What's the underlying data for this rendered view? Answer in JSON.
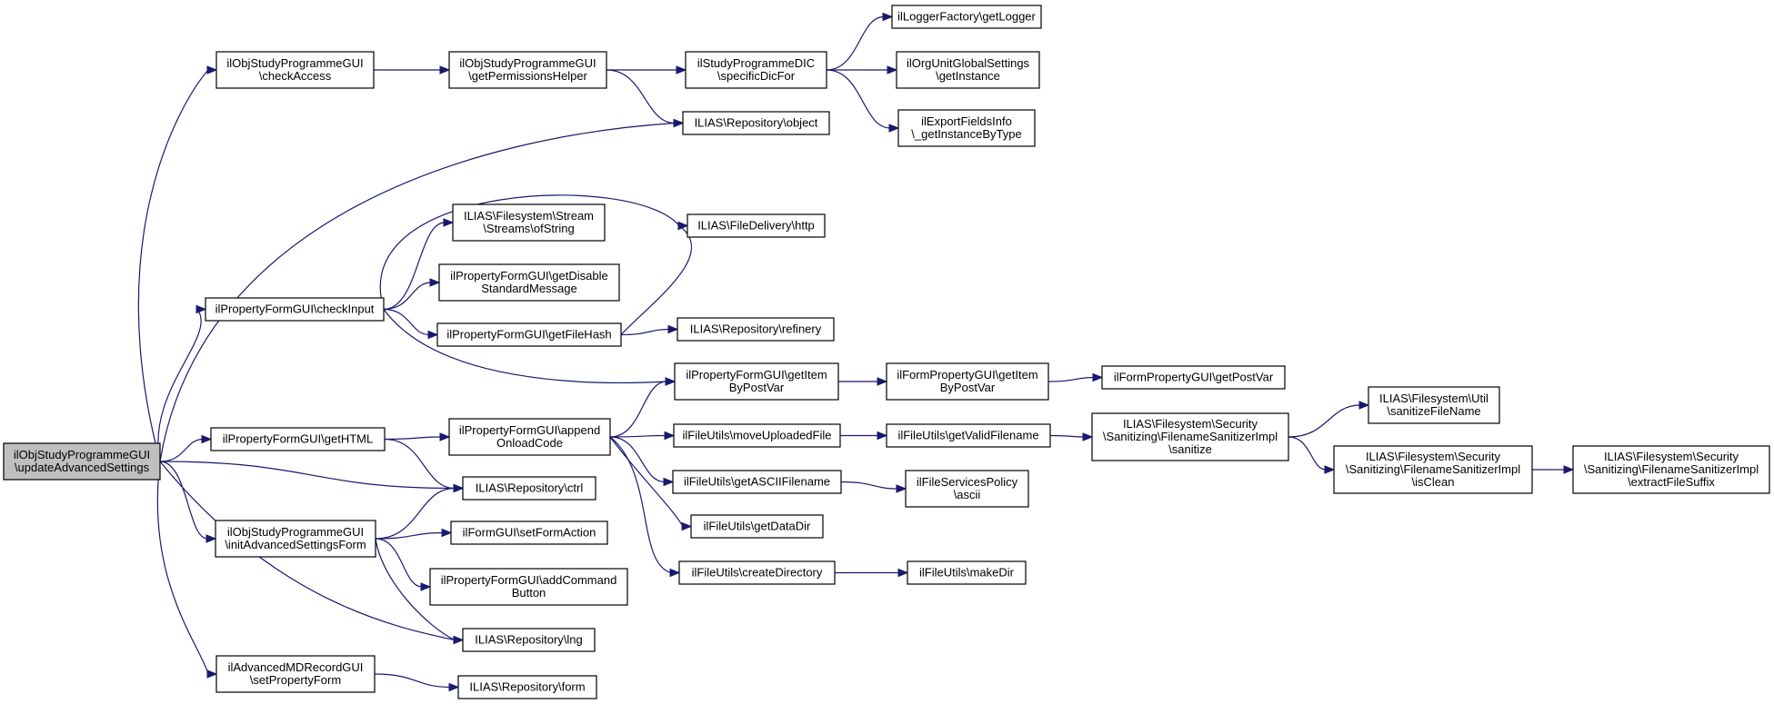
{
  "graph": {
    "nodes": [
      {
        "id": "root",
        "lines": [
          "ilObjStudyProgrammeGUI",
          "\\updateAdvancedSettings"
        ],
        "root": true
      },
      {
        "id": "checkAccess",
        "lines": [
          "ilObjStudyProgrammeGUI",
          "\\checkAccess"
        ]
      },
      {
        "id": "getPermissionsHelper",
        "lines": [
          "ilObjStudyProgrammeGUI",
          "\\getPermissionsHelper"
        ]
      },
      {
        "id": "specificDicFor",
        "lines": [
          "ilStudyProgrammeDIC",
          "\\specificDicFor"
        ]
      },
      {
        "id": "getLogger",
        "lines": [
          "ilLoggerFactory\\getLogger"
        ]
      },
      {
        "id": "getInstance",
        "lines": [
          "ilOrgUnitGlobalSettings",
          "\\getInstance"
        ]
      },
      {
        "id": "getInstanceByType",
        "lines": [
          "ilExportFieldsInfo",
          "\\_getInstanceByType"
        ]
      },
      {
        "id": "object",
        "lines": [
          "ILIAS\\Repository\\object"
        ]
      },
      {
        "id": "http",
        "lines": [
          "ILIAS\\FileDelivery\\http"
        ]
      },
      {
        "id": "ofString",
        "lines": [
          "ILIAS\\Filesystem\\Stream",
          "\\Streams\\ofString"
        ]
      },
      {
        "id": "getDisable",
        "lines": [
          "ilPropertyFormGUI\\getDisable",
          "StandardMessage"
        ]
      },
      {
        "id": "checkInput",
        "lines": [
          "ilPropertyFormGUI\\checkInput"
        ]
      },
      {
        "id": "getFileHash",
        "lines": [
          "ilPropertyFormGUI\\getFileHash"
        ]
      },
      {
        "id": "refinery",
        "lines": [
          "ILIAS\\Repository\\refinery"
        ]
      },
      {
        "id": "getItemByPostVar",
        "lines": [
          "ilPropertyFormGUI\\getItem",
          "ByPostVar"
        ]
      },
      {
        "id": "formPropGetItem",
        "lines": [
          "ilFormPropertyGUI\\getItem",
          "ByPostVar"
        ]
      },
      {
        "id": "getPostVar",
        "lines": [
          "ilFormPropertyGUI\\getPostVar"
        ]
      },
      {
        "id": "getHTML",
        "lines": [
          "ilPropertyFormGUI\\getHTML"
        ]
      },
      {
        "id": "appendOnload",
        "lines": [
          "ilPropertyFormGUI\\append",
          "OnloadCode"
        ]
      },
      {
        "id": "moveUploaded",
        "lines": [
          "ilFileUtils\\moveUploadedFile"
        ]
      },
      {
        "id": "getValidFilename",
        "lines": [
          "ilFileUtils\\getValidFilename"
        ]
      },
      {
        "id": "sanitize",
        "lines": [
          "ILIAS\\Filesystem\\Security",
          "\\Sanitizing\\FilenameSanitizerImpl",
          "\\sanitize"
        ]
      },
      {
        "id": "sanitizeFileName",
        "lines": [
          "ILIAS\\Filesystem\\Util",
          "\\sanitizeFileName"
        ]
      },
      {
        "id": "isClean",
        "lines": [
          "ILIAS\\Filesystem\\Security",
          "\\Sanitizing\\FilenameSanitizerImpl",
          "\\isClean"
        ]
      },
      {
        "id": "extractFileSuffix",
        "lines": [
          "ILIAS\\Filesystem\\Security",
          "\\Sanitizing\\FilenameSanitizerImpl",
          "\\extractFileSuffix"
        ]
      },
      {
        "id": "getASCII",
        "lines": [
          "ilFileUtils\\getASCIIFilename"
        ]
      },
      {
        "id": "ascii",
        "lines": [
          "ilFileServicesPolicy",
          "\\ascii"
        ]
      },
      {
        "id": "getDataDir",
        "lines": [
          "ilFileUtils\\getDataDir"
        ]
      },
      {
        "id": "createDirectory",
        "lines": [
          "ilFileUtils\\createDirectory"
        ]
      },
      {
        "id": "makeDir",
        "lines": [
          "ilFileUtils\\makeDir"
        ]
      },
      {
        "id": "ctrl",
        "lines": [
          "ILIAS\\Repository\\ctrl"
        ]
      },
      {
        "id": "initAdvanced",
        "lines": [
          "ilObjStudyProgrammeGUI",
          "\\initAdvancedSettingsForm"
        ]
      },
      {
        "id": "setFormAction",
        "lines": [
          "ilFormGUI\\setFormAction"
        ]
      },
      {
        "id": "addCommand",
        "lines": [
          "ilPropertyFormGUI\\addCommand",
          "Button"
        ]
      },
      {
        "id": "lng",
        "lines": [
          "ILIAS\\Repository\\lng"
        ]
      },
      {
        "id": "setPropertyForm",
        "lines": [
          "ilAdvancedMDRecordGUI",
          "\\setPropertyForm"
        ]
      },
      {
        "id": "form",
        "lines": [
          "ILIAS\\Repository\\form"
        ]
      }
    ],
    "edges": [
      [
        "root",
        "checkAccess"
      ],
      [
        "root",
        "object"
      ],
      [
        "root",
        "checkInput"
      ],
      [
        "root",
        "getHTML"
      ],
      [
        "root",
        "ctrl"
      ],
      [
        "root",
        "initAdvanced"
      ],
      [
        "root",
        "lng"
      ],
      [
        "root",
        "setPropertyForm"
      ],
      [
        "checkAccess",
        "getPermissionsHelper"
      ],
      [
        "getPermissionsHelper",
        "specificDicFor"
      ],
      [
        "getPermissionsHelper",
        "object"
      ],
      [
        "specificDicFor",
        "getLogger"
      ],
      [
        "specificDicFor",
        "getInstance"
      ],
      [
        "specificDicFor",
        "getInstanceByType"
      ],
      [
        "checkInput",
        "http"
      ],
      [
        "checkInput",
        "ofString"
      ],
      [
        "checkInput",
        "getDisable"
      ],
      [
        "checkInput",
        "getFileHash"
      ],
      [
        "checkInput",
        "getItemByPostVar"
      ],
      [
        "getFileHash",
        "http"
      ],
      [
        "getFileHash",
        "refinery"
      ],
      [
        "getItemByPostVar",
        "formPropGetItem"
      ],
      [
        "formPropGetItem",
        "getPostVar"
      ],
      [
        "getHTML",
        "appendOnload"
      ],
      [
        "getHTML",
        "ctrl"
      ],
      [
        "appendOnload",
        "getItemByPostVar"
      ],
      [
        "appendOnload",
        "moveUploaded"
      ],
      [
        "appendOnload",
        "getASCII"
      ],
      [
        "appendOnload",
        "getDataDir"
      ],
      [
        "appendOnload",
        "createDirectory"
      ],
      [
        "moveUploaded",
        "getValidFilename"
      ],
      [
        "getValidFilename",
        "sanitize"
      ],
      [
        "sanitize",
        "sanitizeFileName"
      ],
      [
        "sanitize",
        "isClean"
      ],
      [
        "isClean",
        "extractFileSuffix"
      ],
      [
        "getASCII",
        "ascii"
      ],
      [
        "createDirectory",
        "makeDir"
      ],
      [
        "initAdvanced",
        "ctrl"
      ],
      [
        "initAdvanced",
        "setFormAction"
      ],
      [
        "initAdvanced",
        "addCommand"
      ],
      [
        "initAdvanced",
        "lng"
      ],
      [
        "setPropertyForm",
        "form"
      ]
    ]
  }
}
